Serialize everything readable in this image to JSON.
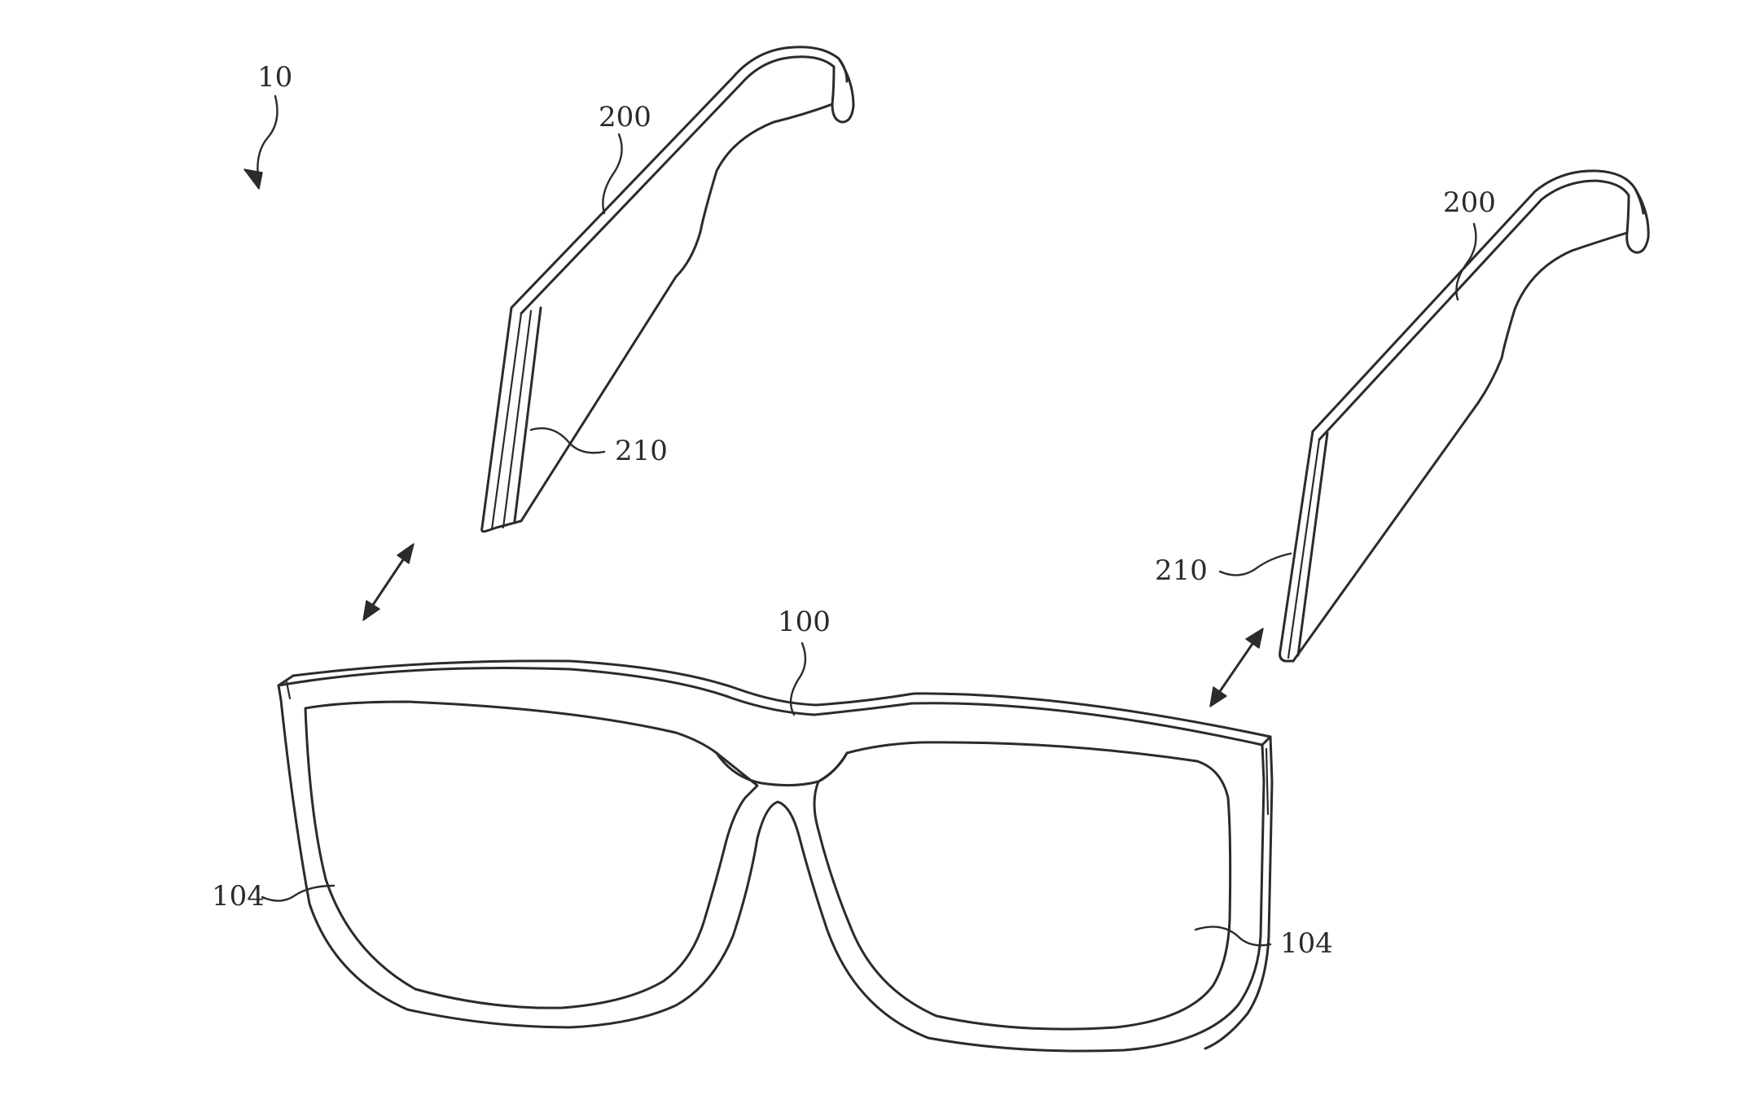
{
  "labels": {
    "assembly": "10",
    "frame": "100",
    "lens_left": "104",
    "lens_right": "104",
    "temple_left": "200",
    "temple_right": "200",
    "connector_left": "210",
    "connector_right": "210"
  },
  "colors": {
    "ink": "#2b2b2b",
    "background": "#ffffff"
  }
}
